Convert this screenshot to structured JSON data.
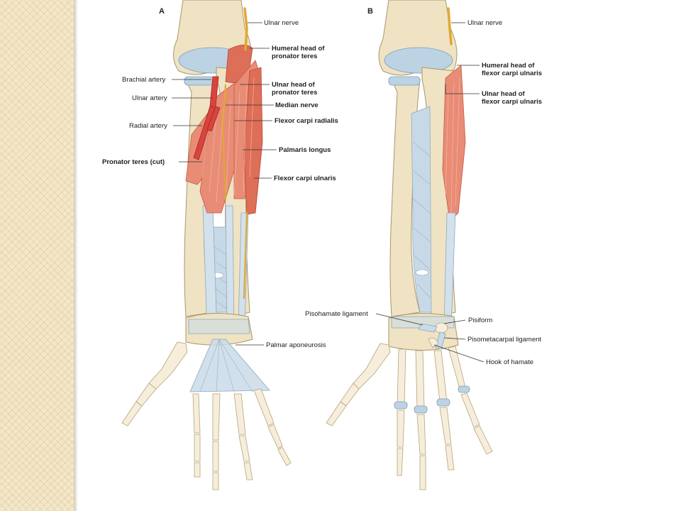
{
  "figure": {
    "panel_a": {
      "letter": "A",
      "labels": {
        "ulnar_nerve": "Ulnar nerve",
        "humeral_head_pronator_1": "Humeral head of",
        "humeral_head_pronator_2": "pronator teres",
        "brachial_artery": "Brachial artery",
        "ulnar_head_pronator_1": "Ulnar head of",
        "ulnar_head_pronator_2": "pronator teres",
        "ulnar_artery": "Ulnar artery",
        "median_nerve": "Median nerve",
        "radial_artery": "Radial artery",
        "flexor_carpi_radialis": "Flexor carpi radialis",
        "palmaris_longus": "Palmaris longus",
        "pronator_teres_cut": "Pronator teres (cut)",
        "flexor_carpi_ulnaris": "Flexor carpi ulnaris",
        "palmar_aponeurosis": "Palmar aponeurosis"
      }
    },
    "panel_b": {
      "letter": "B",
      "labels": {
        "ulnar_nerve": "Ulnar nerve",
        "humeral_head_fcu_1": "Humeral head of",
        "humeral_head_fcu_2": "flexor carpi ulnaris",
        "ulnar_head_fcu_1": "Ulnar head of",
        "ulnar_head_fcu_2": "flexor carpi ulnaris",
        "pisohamate_ligament": "Pisohamate ligament",
        "pisiform": "Pisiform",
        "pisometacarpal_ligament": "Pisometacarpal ligament",
        "hook_of_hamate": "Hook of hamate"
      }
    }
  },
  "colors": {
    "background_stripe": "#f4e7c8",
    "bone": "#efe3c4",
    "muscle": "#e98c75",
    "nerve": "#e0a830",
    "artery": "#d9443c",
    "ligament": "#c9dbe8"
  }
}
